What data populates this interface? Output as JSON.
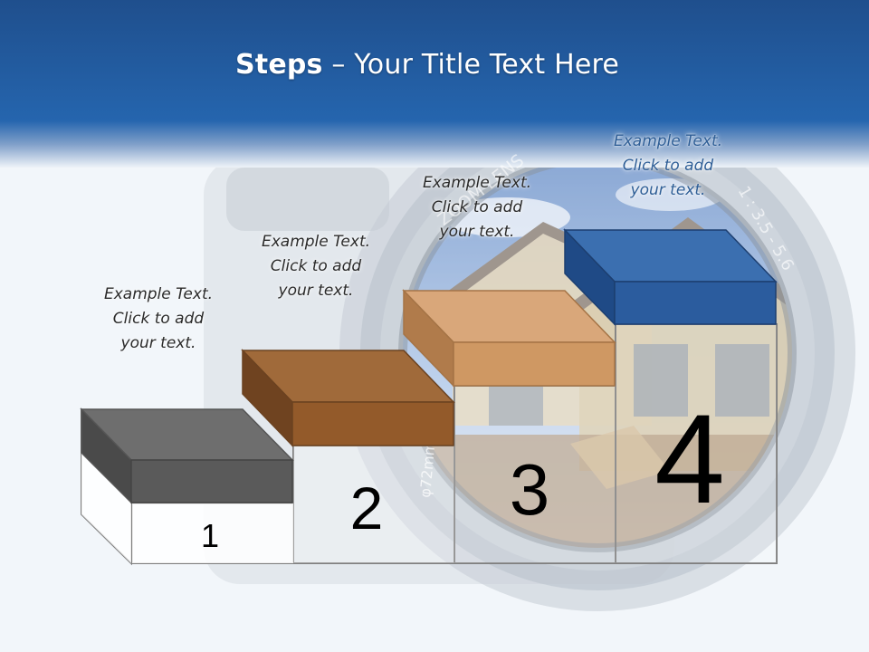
{
  "slide": {
    "title_bold": "Steps",
    "title_rest": " – Your Title Text Here"
  },
  "steps": [
    {
      "number": "1",
      "caption_line1": "Example Text.",
      "caption_line2": "Click  to add",
      "caption_line3": "your text.",
      "color": "#666666"
    },
    {
      "number": "2",
      "caption_line1": "Example Text.",
      "caption_line2": "Click  to add",
      "caption_line3": "your text.",
      "color": "#9b6130"
    },
    {
      "number": "3",
      "caption_line1": "Example Text.",
      "caption_line2": "Click  to add",
      "caption_line3": "your text.",
      "color": "#d69e68"
    },
    {
      "number": "4",
      "caption_line1": "Example Text.",
      "caption_line2": "Click  to add",
      "caption_line3": "your text.",
      "color": "#2b5797"
    }
  ],
  "lens_text": {
    "zoom_lens": "ZOOM LENS",
    "aperture": "1 : 3.5 - 5.6",
    "filter": "φ72mm"
  },
  "colors": {
    "header_blue": "#2561a8",
    "accent_blue": "#2e5e96"
  }
}
